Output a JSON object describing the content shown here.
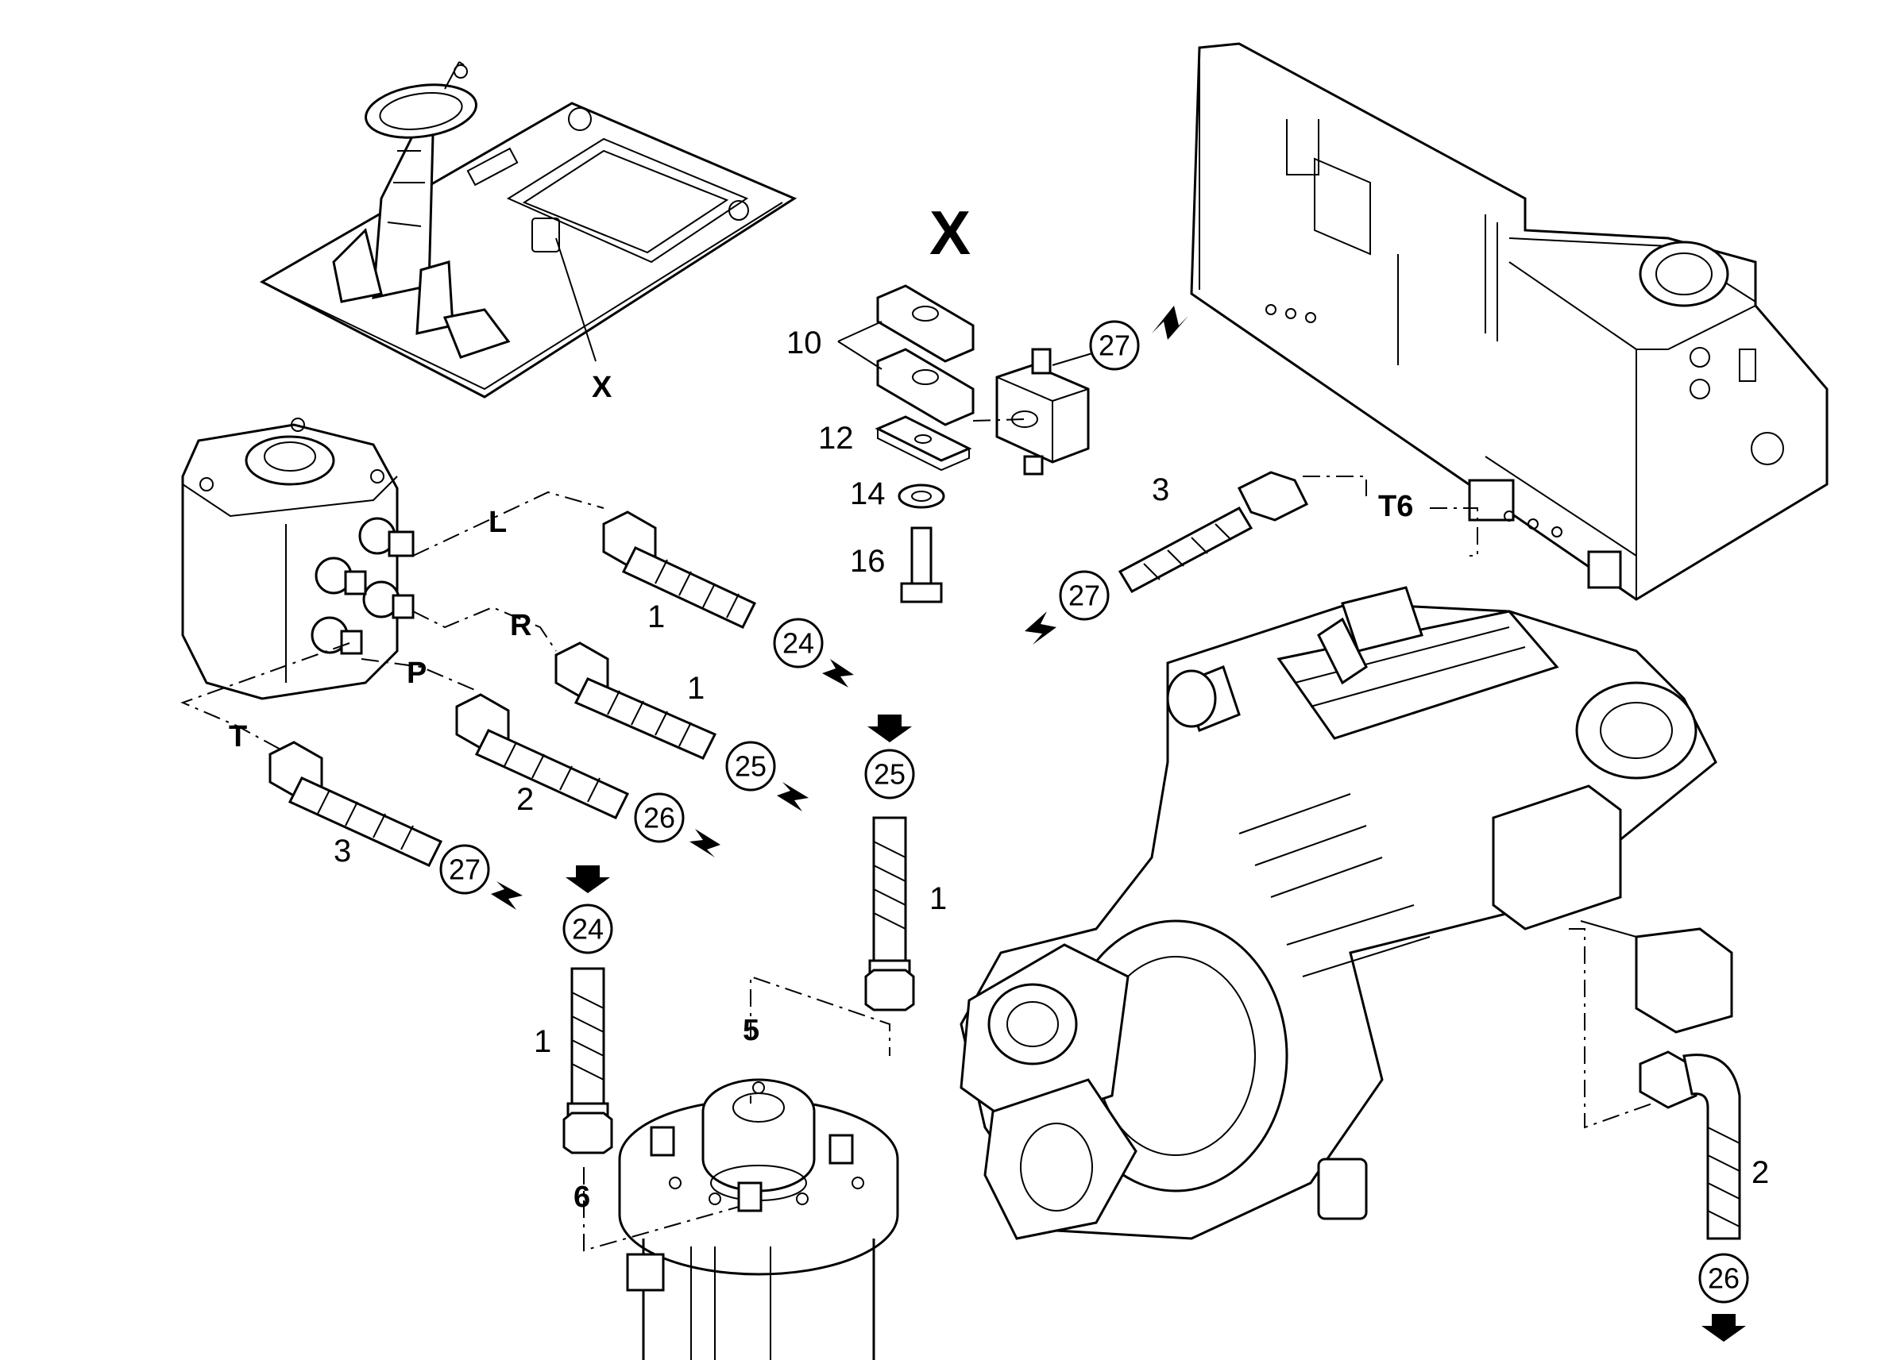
{
  "labels": {
    "detail_marker_top": "X",
    "detail_marker_plate": "X",
    "part_10": "10",
    "part_12": "12",
    "part_14": "14",
    "part_16": "16",
    "port_L": "L",
    "port_R": "R",
    "port_P": "P",
    "port_T": "T",
    "port_T6": "T6",
    "hose_1_a": "1",
    "hose_1_b": "1",
    "hose_2_a": "2",
    "hose_3_a": "3",
    "hose_3_b": "3",
    "hose_1_c": "1",
    "hose_1_d": "1",
    "hose_2_b": "2",
    "part_5": "5",
    "part_6": "6"
  },
  "callouts": {
    "c27_clamp": "27",
    "c27_t6": "27",
    "c24_L": "24",
    "c25_R": "25",
    "c26_P": "26",
    "c27_T": "27",
    "c25_valve": "25",
    "c24_valve": "24",
    "c26_engine": "26"
  }
}
